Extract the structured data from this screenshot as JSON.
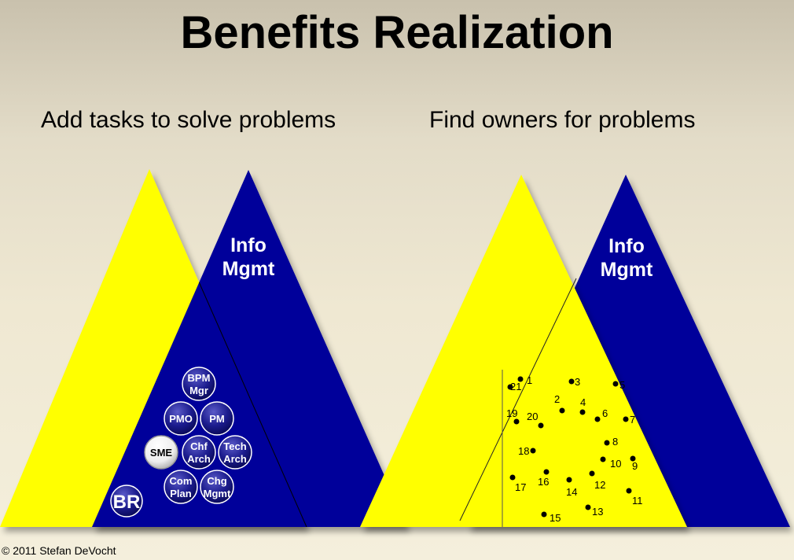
{
  "title": "Benefits Realization",
  "left": {
    "heading": "Add tasks to solve problems",
    "triangle_label_line1": "Info",
    "triangle_label_line2": "Mgmt",
    "br_label": "BR",
    "circles": [
      {
        "id": "bpm-mgr",
        "line1": "BPM",
        "line2": "Mgr"
      },
      {
        "id": "pmo",
        "line1": "PMO",
        "line2": ""
      },
      {
        "id": "pm",
        "line1": "PM",
        "line2": ""
      },
      {
        "id": "sme",
        "line1": "SME",
        "line2": ""
      },
      {
        "id": "chf-arch",
        "line1": "Chf",
        "line2": "Arch"
      },
      {
        "id": "tech-arch",
        "line1": "Tech",
        "line2": "Arch"
      },
      {
        "id": "com-plan",
        "line1": "Com",
        "line2": "Plan"
      },
      {
        "id": "chg-mgmt",
        "line1": "Chg",
        "line2": "Mgmt"
      }
    ]
  },
  "right": {
    "heading": "Find owners for problems",
    "triangle_label_line1": "Info",
    "triangle_label_line2": "Mgmt",
    "points": [
      "1",
      "2",
      "3",
      "4",
      "5",
      "6",
      "7",
      "8",
      "9",
      "10",
      "11",
      "12",
      "13",
      "14",
      "15",
      "16",
      "17",
      "18",
      "19",
      "20",
      "21"
    ]
  },
  "footer": "© 2011  Stefan  DeVocht",
  "colors": {
    "yellow": "#ffff00",
    "blue": "#00009a",
    "circle_fill": "#1a1a8c",
    "sme_fill": "#ffffff"
  }
}
